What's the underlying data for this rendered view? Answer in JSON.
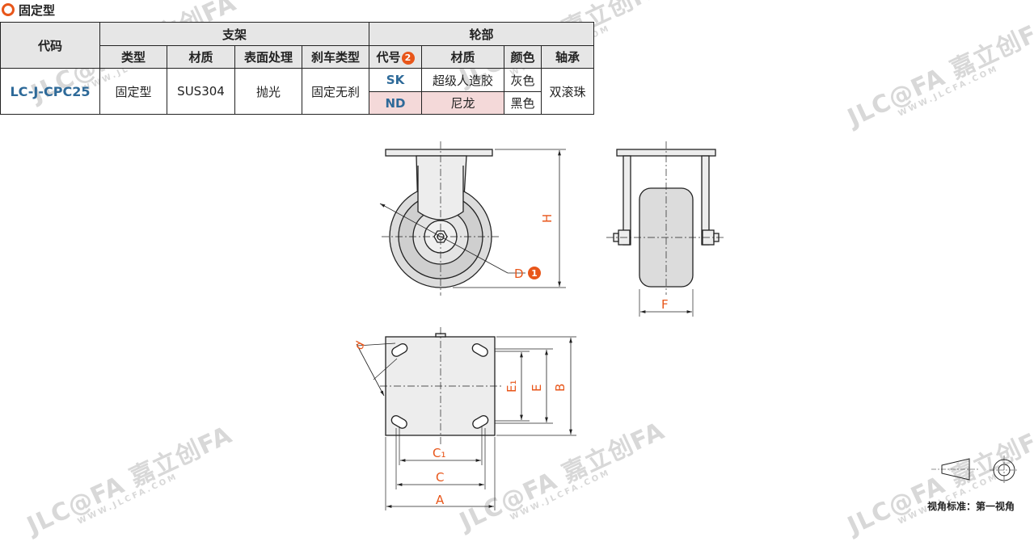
{
  "title": "固定型",
  "table": {
    "header": {
      "code": "代码",
      "bracket_group": "支架",
      "wheel_group": "轮部",
      "bracket_cols": [
        "类型",
        "材质",
        "表面处理",
        "刹车类型"
      ],
      "wheel_code": "代号",
      "wheel_code_badge": "2",
      "wheel_cols": [
        "材质",
        "颜色",
        "轴承"
      ]
    },
    "row": {
      "code": "LC-J-CPC25",
      "type": "固定型",
      "material": "SUS304",
      "surface": "抛光",
      "brake": "固定无刹",
      "bearing": "双滚珠",
      "variants": [
        {
          "code": "SK",
          "material": "超级人造胶",
          "color": "灰色"
        },
        {
          "code": "ND",
          "material": "尼龙",
          "color": "黑色"
        }
      ]
    }
  },
  "drawing": {
    "labels": {
      "H": "H",
      "D": "D",
      "D_badge": "1",
      "F": "F",
      "d": "d",
      "E1": "E₁",
      "E": "E",
      "B": "B",
      "C1": "C₁",
      "C": "C",
      "A": "A"
    }
  },
  "watermark": {
    "brand": "JLC@FA 嘉立创FA",
    "url": "WWW.JLCFA.COM"
  },
  "view_standard": "视角标准：第一视角"
}
